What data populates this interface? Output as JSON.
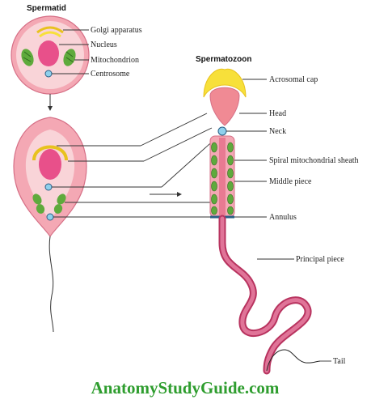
{
  "titles": {
    "spermatid": "Spermatid",
    "spermatozoon": "Spermatozoon"
  },
  "labels": {
    "golgi": "Golgi apparatus",
    "nucleus": "Nucleus",
    "mitochondrion": "Mitochondrion",
    "centrosome": "Centrosome",
    "acrosomal_cap": "Acrosomal cap",
    "head": "Head",
    "neck": "Neck",
    "spiral_sheath": "Spiral mitochondrial sheath",
    "middle_piece": "Middle piece",
    "annulus": "Annulus",
    "principal_piece": "Principal piece",
    "tail": "Tail"
  },
  "watermark": "AnatomyStudyGuide.com",
  "colors": {
    "cell_pink": "#f4a8b4",
    "cell_light": "#f9d4d8",
    "nucleus": "#e8508a",
    "golgi_yellow": "#f7e03a",
    "mito_green": "#5faa3c",
    "centrosome_blue": "#8fd0ec",
    "tail_pink": "#d84c7a",
    "watermark_green": "#2e9d2e"
  }
}
